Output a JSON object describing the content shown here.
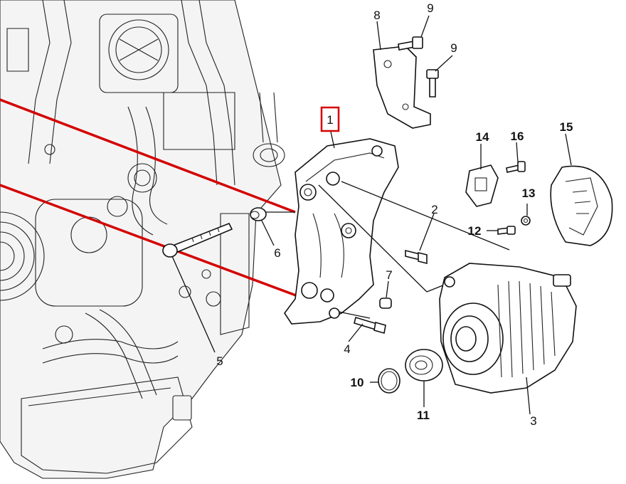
{
  "diagram": {
    "callouts": [
      {
        "id": "1",
        "label": "1",
        "style": "boxed-red"
      },
      {
        "id": "2",
        "label": "2",
        "style": "plain"
      },
      {
        "id": "3",
        "label": "3",
        "style": "plain"
      },
      {
        "id": "4",
        "label": "4",
        "style": "plain"
      },
      {
        "id": "5",
        "label": "5",
        "style": "plain"
      },
      {
        "id": "6",
        "label": "6",
        "style": "plain"
      },
      {
        "id": "7",
        "label": "7",
        "style": "plain"
      },
      {
        "id": "8",
        "label": "8",
        "style": "plain"
      },
      {
        "id": "9a",
        "label": "9",
        "style": "plain"
      },
      {
        "id": "9b",
        "label": "9",
        "style": "plain"
      },
      {
        "id": "10",
        "label": "10",
        "style": "bold"
      },
      {
        "id": "11",
        "label": "11",
        "style": "bold"
      },
      {
        "id": "12",
        "label": "12",
        "style": "bold"
      },
      {
        "id": "13",
        "label": "13",
        "style": "bold"
      },
      {
        "id": "14",
        "label": "14",
        "style": "bold"
      },
      {
        "id": "15",
        "label": "15",
        "style": "bold"
      },
      {
        "id": "16",
        "label": "16",
        "style": "bold"
      }
    ],
    "colors": {
      "highlight": "#d40000",
      "line": "#111111",
      "background": "#ffffff"
    },
    "icons": [
      "engine-block-drawing",
      "mounting-bracket",
      "alternator",
      "pulley",
      "bolt",
      "spacer",
      "stud",
      "rear-cover",
      "connector-clip",
      "gasket-ring",
      "nut"
    ]
  }
}
